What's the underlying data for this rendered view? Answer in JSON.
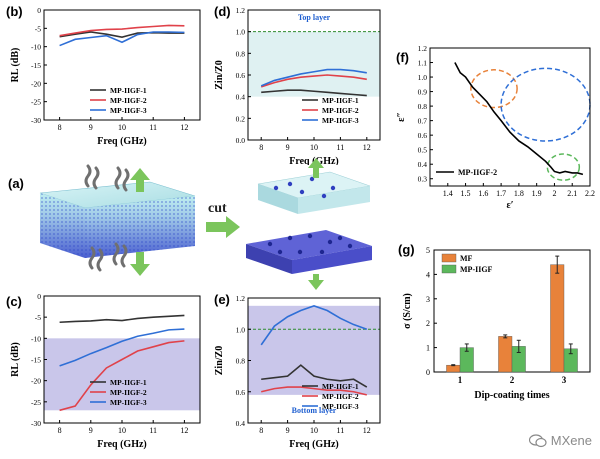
{
  "labels": {
    "a": "(a)",
    "b": "(b)",
    "c": "(c)",
    "d": "(d)",
    "e": "(e)",
    "f": "(f)",
    "g": "(g)"
  },
  "schematic": {
    "cut_label": "cut"
  },
  "watermark": {
    "text": "MXene",
    "icon": "wechat-icon"
  },
  "colors": {
    "black": "#333333",
    "red": "#e0424a",
    "blue": "#2f6fd6",
    "orange": "#e8823a",
    "green": "#5cb85c",
    "shade_d": "#dff1f2",
    "shade_e": "#c9c6ea",
    "slab_top": "#b8e6ea",
    "slab_blue": "#4a4ec9"
  },
  "chart_data": [
    {
      "id": "b",
      "type": "line",
      "xlabel": "Freq (GHz)",
      "ylabel": "RL (dB)",
      "xlim": [
        7.5,
        12.5
      ],
      "ylim": [
        -30,
        0
      ],
      "xticks": [
        8,
        9,
        10,
        11,
        12
      ],
      "yticks": [
        0,
        -5,
        -10,
        -15,
        -20,
        -25,
        -30
      ],
      "x": [
        8,
        8.5,
        9,
        9.5,
        10,
        10.5,
        11,
        11.5,
        12
      ],
      "series": [
        {
          "name": "MP-IIGF-1",
          "color": "#333333",
          "values": [
            -7.3,
            -6.6,
            -6.0,
            -6.6,
            -7.4,
            -6.3,
            -6.2,
            -6.3,
            -6.3
          ]
        },
        {
          "name": "MP-IIGF-2",
          "color": "#e0424a",
          "values": [
            -7.0,
            -6.3,
            -5.6,
            -5.3,
            -5.2,
            -4.8,
            -4.5,
            -4.2,
            -4.3
          ]
        },
        {
          "name": "MP-IIGF-3",
          "color": "#2f6fd6",
          "values": [
            -9.7,
            -8.0,
            -7.5,
            -7.0,
            -8.8,
            -6.7,
            -6.0,
            -6.0,
            -6.1
          ]
        }
      ]
    },
    {
      "id": "c",
      "type": "line",
      "xlabel": "Freq (GHz)",
      "ylabel": "RL (dB)",
      "xlim": [
        7.5,
        12.5
      ],
      "ylim": [
        -30,
        0
      ],
      "xticks": [
        8,
        9,
        10,
        11,
        12
      ],
      "yticks": [
        0,
        -5,
        -10,
        -15,
        -20,
        -25,
        -30
      ],
      "shade": [
        -27,
        -10
      ],
      "x": [
        8,
        8.5,
        9,
        9.5,
        10,
        10.5,
        11,
        11.5,
        12
      ],
      "series": [
        {
          "name": "MP-IIGF-1",
          "color": "#333333",
          "values": [
            -6.2,
            -6.0,
            -5.9,
            -5.6,
            -5.8,
            -5.3,
            -5.0,
            -4.8,
            -4.6
          ]
        },
        {
          "name": "MP-IIGF-2",
          "color": "#e0424a",
          "values": [
            -27,
            -26,
            -21,
            -17,
            -15,
            -13,
            -12,
            -11,
            -10.6
          ]
        },
        {
          "name": "MP-IIGF-3",
          "color": "#2f6fd6",
          "values": [
            -16.5,
            -15.2,
            -13.6,
            -12.2,
            -10.7,
            -9.5,
            -8.8,
            -8.0,
            -7.8
          ]
        }
      ]
    },
    {
      "id": "d",
      "type": "line",
      "xlabel": "Freq (GHz)",
      "ylabel": "Zin/Z0",
      "title": "Top layer",
      "xlim": [
        7.5,
        12.5
      ],
      "ylim": [
        0,
        1.2
      ],
      "xticks": [
        8,
        9,
        10,
        11,
        12
      ],
      "yticks": [
        0.0,
        0.2,
        0.4,
        0.6,
        0.8,
        1.0,
        1.2
      ],
      "shade": [
        0.4,
        1.0
      ],
      "dashed_y": 1.0,
      "x": [
        8,
        8.5,
        9,
        9.5,
        10,
        10.5,
        11,
        11.5,
        12
      ],
      "series": [
        {
          "name": "MP-IIGF-1",
          "color": "#333333",
          "values": [
            0.44,
            0.45,
            0.46,
            0.46,
            0.45,
            0.44,
            0.43,
            0.42,
            0.41
          ]
        },
        {
          "name": "MP-IIGF-2",
          "color": "#e0424a",
          "values": [
            0.49,
            0.53,
            0.56,
            0.58,
            0.59,
            0.6,
            0.59,
            0.58,
            0.56
          ]
        },
        {
          "name": "MP-IIGF-3",
          "color": "#2f6fd6",
          "values": [
            0.5,
            0.55,
            0.58,
            0.61,
            0.63,
            0.65,
            0.65,
            0.64,
            0.62
          ]
        }
      ]
    },
    {
      "id": "e",
      "type": "line",
      "xlabel": "Freq (GHz)",
      "ylabel": "Zin/Z0",
      "title": "Bottom layer",
      "xlim": [
        7.5,
        12.5
      ],
      "ylim": [
        0.4,
        1.2
      ],
      "xticks": [
        8,
        9,
        10,
        11,
        12
      ],
      "yticks": [
        0.4,
        0.6,
        0.8,
        1.0,
        1.2
      ],
      "shade": [
        0.58,
        1.15
      ],
      "dashed_y": 1.0,
      "x": [
        8,
        8.5,
        9,
        9.5,
        10,
        10.5,
        11,
        11.5,
        12
      ],
      "series": [
        {
          "name": "MP-IIGF-1",
          "color": "#333333",
          "values": [
            0.68,
            0.69,
            0.7,
            0.77,
            0.7,
            0.68,
            0.67,
            0.68,
            0.63
          ]
        },
        {
          "name": "MP-IIGF-2",
          "color": "#e0424a",
          "values": [
            0.6,
            0.62,
            0.63,
            0.63,
            0.62,
            0.61,
            0.61,
            0.6,
            0.58
          ]
        },
        {
          "name": "MP-IIGF-3",
          "color": "#2f6fd6",
          "values": [
            0.9,
            1.02,
            1.08,
            1.12,
            1.15,
            1.12,
            1.07,
            1.03,
            1.0
          ]
        }
      ]
    },
    {
      "id": "f",
      "type": "line",
      "xlabel": "ε′",
      "ylabel": "ε″",
      "xlim": [
        1.3,
        2.2
      ],
      "ylim": [
        0.25,
        1.2
      ],
      "xticks": [
        1.4,
        1.5,
        1.6,
        1.7,
        1.8,
        1.9,
        2.0,
        2.1,
        2.2
      ],
      "yticks": [
        0.3,
        0.4,
        0.5,
        0.6,
        0.7,
        0.8,
        0.9,
        1.0,
        1.1,
        1.2
      ],
      "series": [
        {
          "name": "MP-IIGF-2",
          "color": "#000000",
          "x": [
            1.44,
            1.47,
            1.5,
            1.54,
            1.58,
            1.62,
            1.66,
            1.7,
            1.75,
            1.8,
            1.85,
            1.9,
            1.95,
            1.98,
            2.0,
            2.03,
            2.06,
            2.1,
            2.13,
            2.16
          ],
          "values": [
            1.1,
            1.03,
            1.0,
            0.93,
            0.88,
            0.83,
            0.76,
            0.7,
            0.62,
            0.56,
            0.52,
            0.47,
            0.42,
            0.38,
            0.35,
            0.34,
            0.35,
            0.34,
            0.34,
            0.33
          ]
        }
      ],
      "circles": [
        {
          "cx": 1.66,
          "cy": 0.92,
          "r": 0.13,
          "color": "#e8823a"
        },
        {
          "cx": 1.95,
          "cy": 0.81,
          "r": 0.25,
          "color": "#2f6fd6"
        },
        {
          "cx": 2.05,
          "cy": 0.38,
          "r": 0.09,
          "color": "#5cb85c"
        }
      ]
    },
    {
      "id": "g",
      "type": "bar",
      "xlabel": "Dip-coating times",
      "ylabel": "σ (S/cm)",
      "categories": [
        "1",
        "2",
        "3"
      ],
      "ylim": [
        0,
        5
      ],
      "yticks": [
        0,
        1,
        2,
        3,
        4,
        5
      ],
      "series": [
        {
          "name": "MF",
          "color": "#e8823a",
          "values": [
            0.28,
            1.46,
            4.4
          ],
          "errors": [
            0.02,
            0.06,
            0.35
          ]
        },
        {
          "name": "MP-IIGF",
          "color": "#5cb85c",
          "values": [
            1.0,
            1.05,
            0.95
          ],
          "errors": [
            0.15,
            0.25,
            0.2
          ]
        }
      ]
    }
  ]
}
